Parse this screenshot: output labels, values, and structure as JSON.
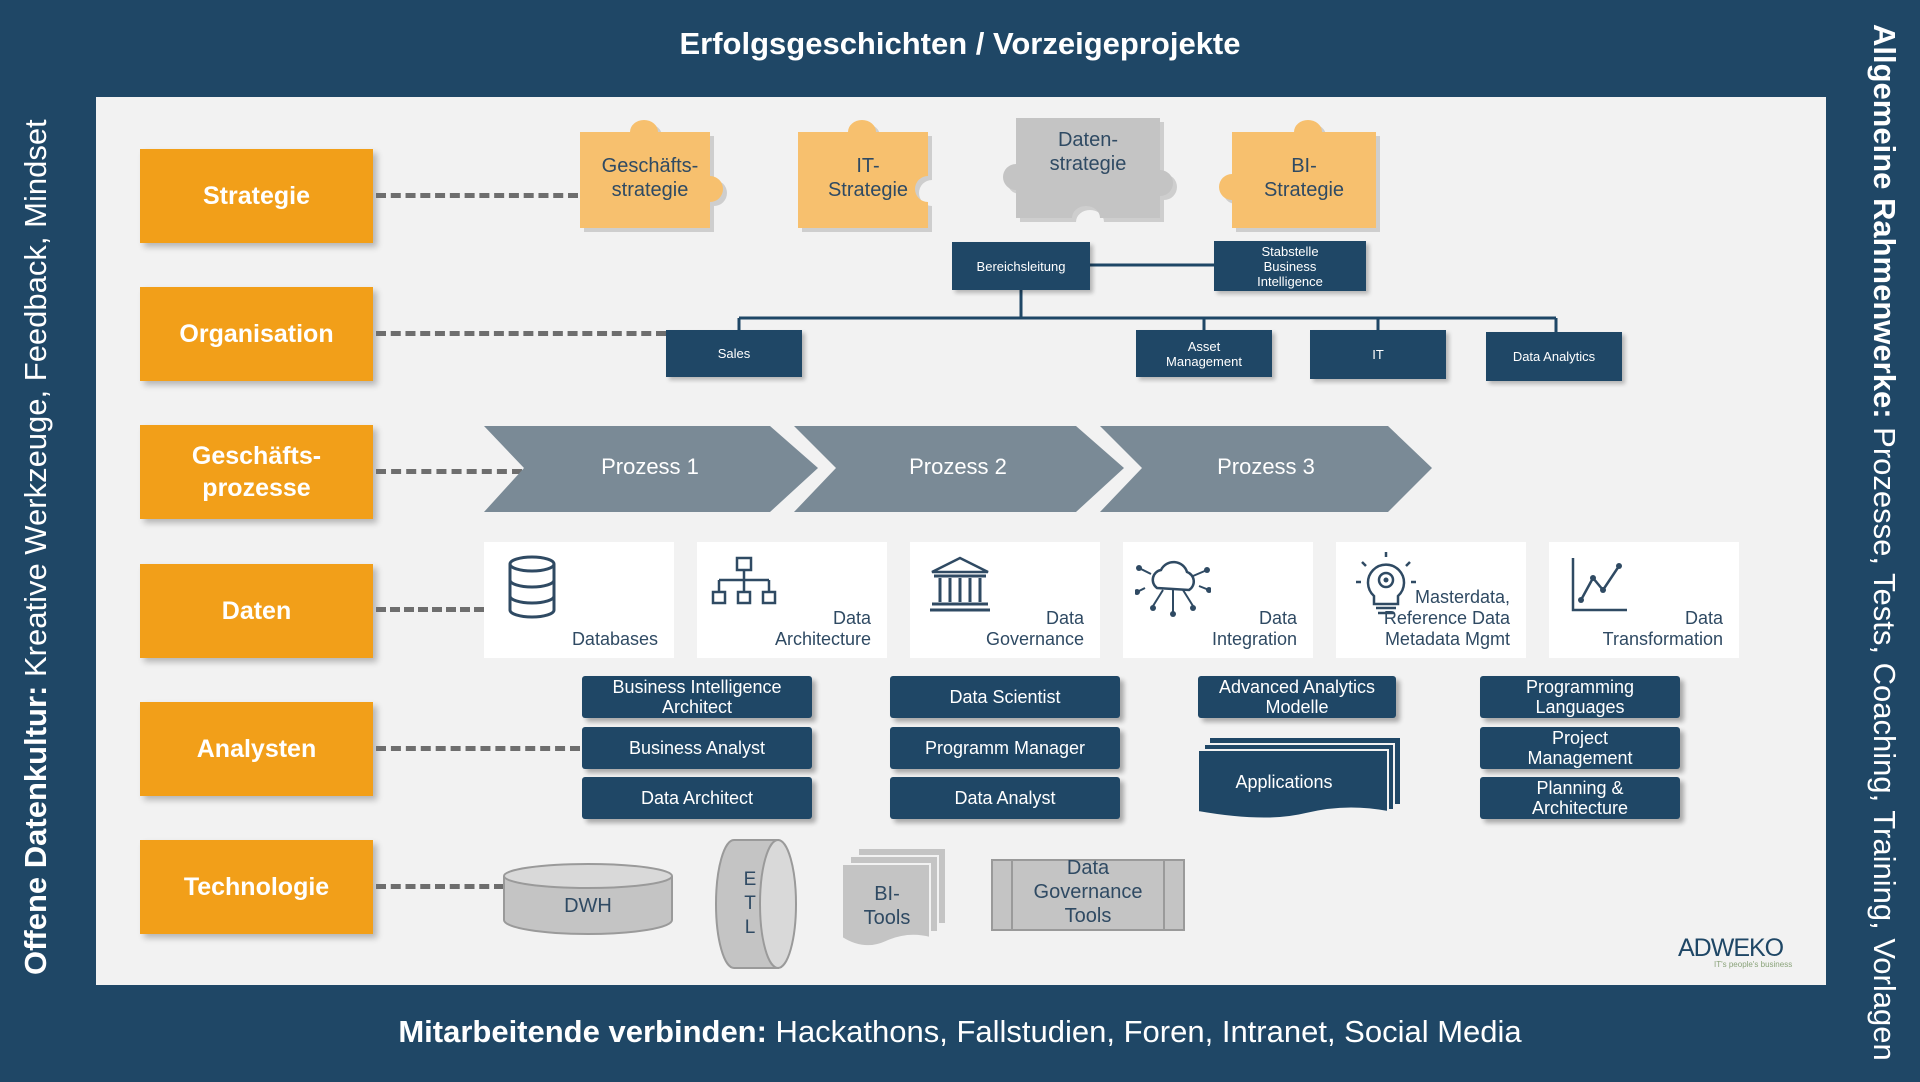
{
  "banners": {
    "top": "Erfolgsgeschichten / Vorzeigeprojekte",
    "bottom_bold": "Mitarbeitende verbinden:",
    "bottom_rest": " Hackathons, Fallstudien, Foren, Intranet, Social Media",
    "left_bold": "Offene Datenkultur:",
    "left_rest": " Kreative Werkzeuge, Feedback, Mindset",
    "right_bold": "Allgemeine Rahmenwerke:",
    "right_rest": " Prozesse, Tests, Coaching, Training, Vorlagen"
  },
  "layers": [
    "Strategie",
    "Organisation",
    "Geschäfts-\nprozesse",
    "Daten",
    "Analysten",
    "Technologie"
  ],
  "strategy_pieces": [
    {
      "label": "Geschäfts-\nstrategie",
      "color": "#f7c06e"
    },
    {
      "label": "IT-\nStrategie",
      "color": "#f7c06e"
    },
    {
      "label": "Daten-\nstrategie",
      "color": "#c4c4c4"
    },
    {
      "label": "BI-\nStrategie",
      "color": "#f7c06e"
    }
  ],
  "organisation": {
    "head": "Bereichsleitung",
    "staff": "Stabstelle\nBusiness\nIntelligence",
    "units": [
      "Sales",
      "Asset\nManagement",
      "IT",
      "Data Analytics"
    ]
  },
  "processes": [
    "Prozess 1",
    "Prozess 2",
    "Prozess 3"
  ],
  "data_cards": [
    {
      "label": "Databases",
      "icon": "database-icon"
    },
    {
      "label": "Data\nArchitecture",
      "icon": "hierarchy-icon"
    },
    {
      "label": "Data\nGovernance",
      "icon": "institution-icon"
    },
    {
      "label": "Data\nIntegration",
      "icon": "cloud-network-icon"
    },
    {
      "label": "Masterdata,\nReference Data\nMetadata Mgmt",
      "icon": "lightbulb-gear-icon"
    },
    {
      "label": "Data\nTransformation",
      "icon": "line-chart-icon"
    }
  ],
  "analysts": {
    "col1": [
      "Business Intelligence\nArchitect",
      "Business Analyst",
      "Data Architect"
    ],
    "col2": [
      "Data Scientist",
      "Programm Manager",
      "Data Analyst"
    ],
    "col3": [
      "Advanced Analytics\nModelle",
      "Applications"
    ],
    "col4": [
      "Programming\nLanguages",
      "Project\nManagement",
      "Planning &\nArchitecture"
    ]
  },
  "technology": {
    "dwh": "DWH",
    "etl": "E\nT\nL",
    "bi_tools": "BI-\nTools",
    "gov_tools": "Data\nGovernance\nTools"
  },
  "logo": {
    "name": "ADWEKO",
    "tagline": "IT's people's business"
  },
  "colors": {
    "navy": "#1f4766",
    "orange": "#f29f19",
    "light_orange": "#f7c06e",
    "grey": "#c4c4c4",
    "process_grey": "#7a8a96"
  }
}
